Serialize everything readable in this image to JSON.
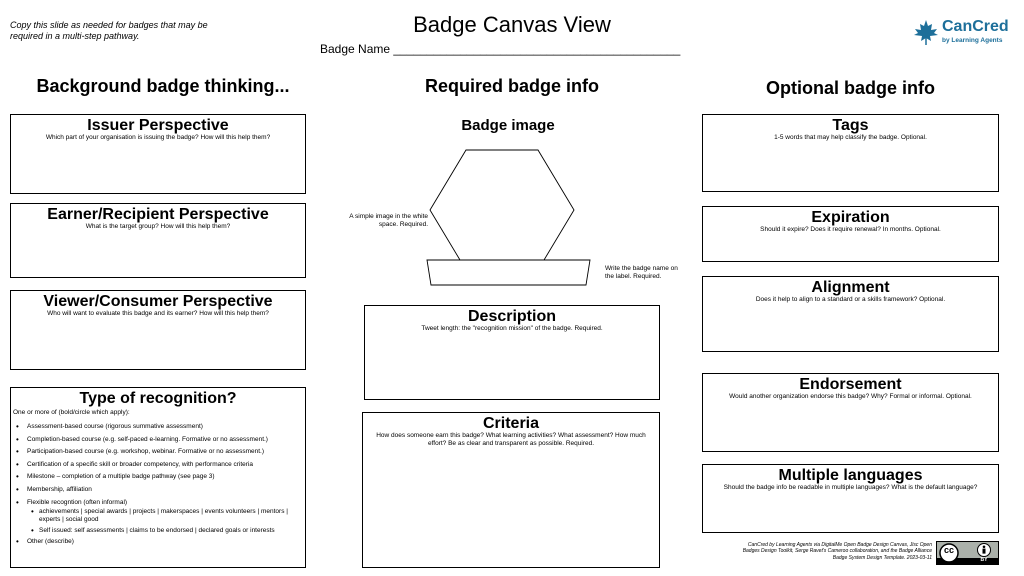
{
  "header": {
    "note": "Copy this slide as needed for badges that may be required in a multi-step pathway.",
    "title": "Badge Canvas View",
    "badge_name_label": "Badge Name ___________________________________________",
    "logo": {
      "name": "CanCred",
      "sub": "by Learning Agents",
      "color": "#1d6f9a"
    }
  },
  "columns": {
    "left": "Background badge thinking...",
    "middle": "Required badge info",
    "right": "Optional badge info"
  },
  "left": {
    "issuer": {
      "title": "Issuer Perspective",
      "desc": "Which part of your organisation is issuing the badge? How will this help them?"
    },
    "earner": {
      "title": "Earner/Recipient Perspective",
      "desc": "What is the target group? How will this help them?"
    },
    "viewer": {
      "title": "Viewer/Consumer Perspective",
      "desc": "Who will want to evaluate this badge and its earner? How will this help them?"
    },
    "recognition": {
      "title": "Type of recognition?",
      "intro": "One or more of (bold/circle which apply):",
      "items": [
        "Assessment-based course (rigorous summative assessment)",
        "Completion-based course (e.g. self-paced e-learning. Formative or no assessment.)",
        "Participation-based course (e.g. workshop, webinar. Formative or no assessment.)",
        "Certification of a specific skill or broader competency, with performance criteria",
        "Milestone – completion of a multiple badge pathway (see page 3)",
        "Membership, affiliation",
        "Flexible recogntion (often informal)",
        "Other (describe)"
      ],
      "sub_items": [
        "achievements | special awards | projects | makerspaces | events volunteers | mentors | experts | social good",
        "Self issued: self assessments | claims to be endorsed | declared goals or interests"
      ]
    }
  },
  "middle": {
    "badge_image": {
      "title": "Badge image",
      "image_note": "A  simple image in the white space. Required.",
      "label_note": "Write the badge name on the label. Required."
    },
    "description": {
      "title": "Description",
      "desc": "Tweet length: the \"recognition mission\" of the badge. Required."
    },
    "criteria": {
      "title": "Criteria",
      "desc": "How does someone earn this badge? What learning activities? What assessment? How much effort? Be as clear and transparent as possible. Required."
    }
  },
  "right": {
    "tags": {
      "title": "Tags",
      "desc": "1-5 words that may help classify the badge. Optional."
    },
    "expiration": {
      "title": "Expiration",
      "desc": "Should it expire? Does it require renewal? In months. Optional."
    },
    "alignment": {
      "title": "Alignment",
      "desc": "Does it help to align to a standard or a skills framework? Optional."
    },
    "endorsement": {
      "title": "Endorsement",
      "desc": "Would another organization endorse this badge? Why? Formal or informal. Optional."
    },
    "languages": {
      "title": "Multiple languages",
      "desc": "Should the badge info be readable in multiple languages? What is the default language?"
    }
  },
  "footer": {
    "credit": "CanCred by Learning Agents via DigitalMe Open Badge Design Canvas, Jisc Open Badges Design Toolkit, Serge Ravet's Cameroo collaboration, and the Badge Alliance Badge System Design Template. 2023-03-11",
    "license_cc": "cc",
    "license_by": "BY"
  }
}
